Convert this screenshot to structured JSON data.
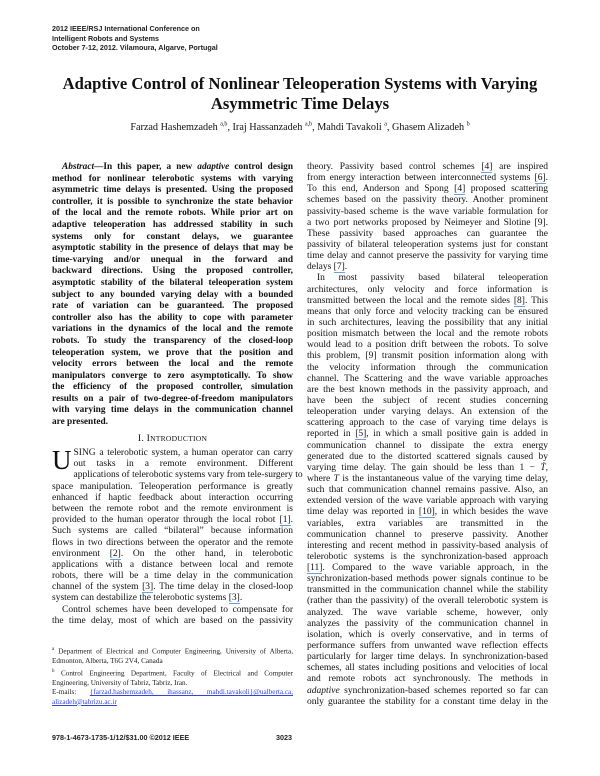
{
  "conference": [
    "2012 IEEE/RSJ International Conference on",
    "Intelligent Robots and Systems",
    "October 7-12, 2012. Vilamoura, Algarve, Portugal"
  ],
  "title": [
    "Adaptive Control of Nonlinear Teleoperation Systems with Varying",
    "Asymmetric Time Delays"
  ],
  "authors": [
    {
      "name": "Farzad Hashemzadeh",
      "aff": "a,b",
      "sep": ", "
    },
    {
      "name": "Iraj Hassanzadeh",
      "aff": "a,b",
      "sep": ", "
    },
    {
      "name": "Mahdi Tavakoli",
      "aff": "a",
      "sep": ", "
    },
    {
      "name": "Ghasem Alizadeh",
      "aff": "b",
      "sep": ""
    }
  ],
  "abstract": {
    "lines": [
      [
        {
          "t": "Abstract",
          "s": "i"
        },
        {
          "t": "—In this paper, a new "
        },
        {
          "t": "adaptive",
          "s": "i"
        },
        {
          "t": " control design"
        }
      ],
      "method for nonlinear telerobotic systems with varying",
      "asymmetric time delays is presented. Using the proposed",
      "controller, it is possible to synchronize the state behavior",
      "of the local and the remote robots. While prior art on",
      "adaptive teleoperation has addressed stability in such",
      "systems only for constant delays, we guarantee",
      "asymptotic stability in the presence of delays that may be",
      "time-varying and/or unequal in the forward and",
      "backward directions. Using the proposed controller,",
      "asymptotic stability of the bilateral teleoperation system",
      "subject to any bounded varying delay with a bounded",
      "rate of variation can be guaranteed. The proposed",
      "controller also has the ability to cope with parameter",
      "variations in the dynamics of the local and the remote",
      "robots. To study the transparency of the closed-loop",
      "teleoperation system, we prove that the position and",
      "velocity errors between the local and the remote",
      "manipulators converge to zero asymptotically. To show",
      "the efficiency of the proposed controller, simulation",
      "results on a pair of two-degree-of-freedom manipulators",
      "with varying time delays in the communication channel",
      "are presented."
    ]
  },
  "section": {
    "number": "I. ",
    "first": "I",
    "rest": "NTRODUCTION"
  },
  "intro": {
    "dropcap": "U",
    "lines": [
      "SING a telerobotic system, a human operator can carry",
      "out tasks in a remote environment. Different",
      "applications of telerobotic systems vary from tele-surgery to",
      "space manipulation. Teleoperation performance is greatly",
      "enhanced if haptic feedback about interaction occurring",
      "between the remote robot and the remote environment is",
      [
        {
          "t": "provided to the human operator through the local robot "
        },
        {
          "t": "[1]",
          "s": "link"
        },
        {
          "t": "."
        }
      ],
      "Such systems are called “bilateral” because information",
      "flows in two directions between the operator and the remote",
      [
        {
          "t": "environment "
        },
        {
          "t": "[2]",
          "s": "link"
        },
        {
          "t": ". On the other hand, in telerobotic"
        }
      ],
      "applications with a distance between local and remote",
      "robots, there will be a time delay in the communication",
      [
        {
          "t": "channel of the system "
        },
        {
          "t": "[3]",
          "s": "link"
        },
        {
          "t": ". The time delay in the closed-loop"
        }
      ],
      [
        {
          "t": "system can destabilize the telerobotic systems "
        },
        {
          "t": "[3]",
          "s": "link"
        },
        {
          "t": "."
        }
      ],
      "Control schemes have been developed to compensate for",
      "the time delay, most of which are based on the passivity"
    ]
  },
  "right": {
    "lines": [
      [
        {
          "t": "theory. Passivity based control schemes "
        },
        {
          "t": "[4]",
          "s": "link"
        },
        {
          "t": " are inspired"
        }
      ],
      [
        {
          "t": "from energy interaction between interconnected systems "
        },
        {
          "t": "[6]",
          "s": "link"
        },
        {
          "t": "."
        }
      ],
      [
        {
          "t": "To this end, Anderson and Spong "
        },
        {
          "t": "[4]",
          "s": "link"
        },
        {
          "t": " proposed scattering"
        }
      ],
      "schemes based on the passivity theory. Another prominent",
      "passivity-based scheme is the wave variable formulation for",
      "a two port networks proposed by Neimeyer and Slotine [9].",
      "These passivity based approaches can guarantee the",
      "passivity of bilateral teleoperation systems just for constant",
      "time delay and cannot preserve the passivity for varying time",
      [
        {
          "t": "delays "
        },
        {
          "t": "[7]",
          "s": "link"
        },
        {
          "t": "."
        }
      ],
      "In most passivity based bilateral teleoperation",
      "architectures, only velocity and force information is",
      [
        {
          "t": "transmitted between the local and the remote sides "
        },
        {
          "t": "[8]",
          "s": "link"
        },
        {
          "t": ". This"
        }
      ],
      "means that only force and velocity tracking can be ensured",
      "in such architectures, leaving the possibility that any initial",
      "position mismatch between the local and the remote robots",
      "would lead to a position drift between the robots. To solve",
      "this problem, [9] transmit position information along with",
      "the velocity information through the communication",
      "channel. The Scattering and the wave variable approaches",
      "are the best known methods in the passivity approach, and",
      "have been the subject of recent studies concerning",
      "teleoperation under varying delays. An extension of the",
      "scattering approach to the case of varying time delays is",
      [
        {
          "t": "reported in "
        },
        {
          "t": "[5]",
          "s": "link"
        },
        {
          "t": ", in which a small positive gain is added in"
        }
      ],
      "communication channel to dissipate the extra energy",
      "generated due to the distorted scattered signals caused by",
      [
        {
          "t": "varying time delay. The gain should be less than 1 − "
        },
        {
          "t": "Ṫ",
          "s": "i"
        },
        {
          "t": ","
        }
      ],
      [
        {
          "t": "where "
        },
        {
          "t": "T",
          "s": "i"
        },
        {
          "t": " is the instantaneous value of the varying time delay,"
        }
      ],
      "such that communication channel remains passive. Also, an",
      "extended version of the wave variable approach with varying",
      [
        {
          "t": "time delay was reported in "
        },
        {
          "t": "[10]",
          "s": "link"
        },
        {
          "t": ", in which besides the wave"
        }
      ],
      "variables, extra variables are transmitted in the",
      "communication channel to preserve passivity. Another",
      "interesting and recent method in passivity-based analysis of",
      "telerobotic systems is the synchronization-based approach",
      [
        {
          "t": "[11]",
          "s": "link"
        },
        {
          "t": ". Compared to the wave variable approach, in the"
        }
      ],
      "synchronization-based methods power signals continue to be",
      "transmitted in the communication channel while the stability",
      "(rather than the passivity) of the overall telerobotic system is",
      "analyzed. The wave variable scheme, however, only",
      "analyzes the passivity of the communication channel in",
      "isolation, which is overly conservative, and in terms of",
      "performance suffers from unwanted wave reflection effects",
      "particularly for larger time delays. In synchronization-based",
      "schemes, all states including positions and velocities of local",
      "and remote robots act synchronously. The methods in",
      [
        {
          "t": "adaptive",
          "s": "i"
        },
        {
          "t": " synchronization-based schemes reported so far can"
        }
      ],
      "only guarantee the stability for a constant time delay in the"
    ]
  },
  "footnotes": {
    "a": {
      "mark": "a",
      "text": "Department of Electrical and Computer Engineering, University of Alberta, Edmonton, Alberta, T6G 2V4, Canada"
    },
    "b": {
      "mark": "b",
      "text": "Control Engineering Department, Faculty of Electrical and Computer Engineering, University of Tabriz, Tabriz, Iran."
    },
    "emails_label": "E-mails: ",
    "emails": "{farzad.hashemzadeh, ihassanz, mahdi.tavakoli}@ualberta.ca, alizadeh@tabrizu.ac.ir"
  },
  "footer": {
    "isbn": "978-1-4673-1735-1/12/$31.00 ©2012 IEEE",
    "page": "3023"
  },
  "colors": {
    "link_underline": "#6aa0e0",
    "email_link": "#3344dd"
  }
}
